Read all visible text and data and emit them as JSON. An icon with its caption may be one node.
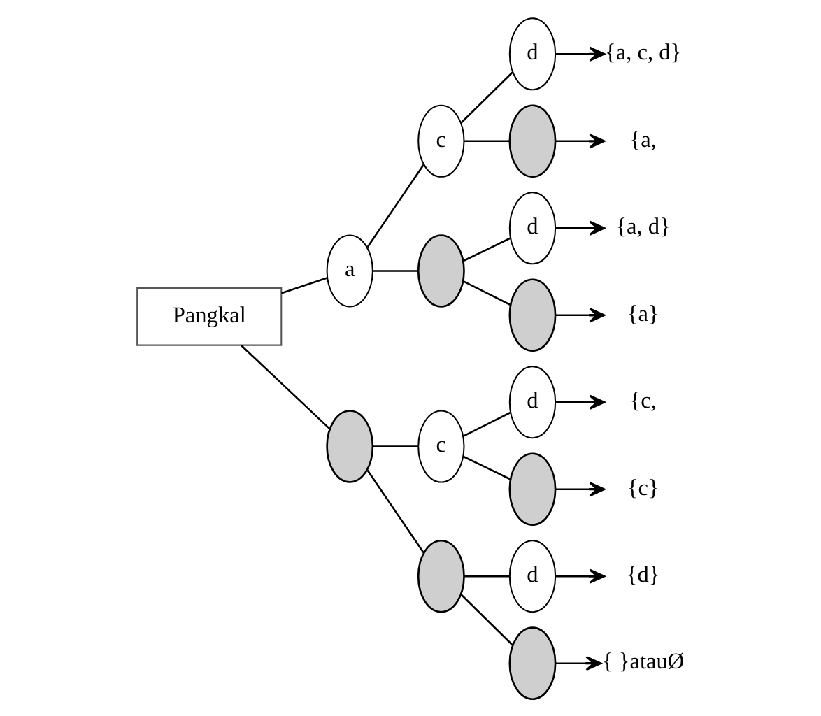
{
  "diagram": {
    "nodes": [
      {
        "text": [
          "Pangkal"
        ]
      },
      {
        "text": [
          "a"
        ]
      },
      {
        "text": [],
        "shape": "ellipse"
      },
      {
        "text": [
          "c"
        ]
      },
      {
        "text": [],
        "shape": "ellipse"
      },
      {
        "text": [
          "c"
        ]
      },
      {
        "text": [],
        "shape": "ellipse"
      },
      {
        "text": [
          "d"
        ]
      },
      {
        "text": [],
        "shape": "ellipse"
      },
      {
        "text": [
          "d"
        ]
      },
      {
        "text": [],
        "shape": "ellipse"
      },
      {
        "text": [
          "d"
        ]
      },
      {
        "text": [],
        "shape": "ellipse"
      },
      {
        "text": [
          "d"
        ]
      },
      {
        "text": [],
        "shape": "ellipse"
      },
      {
        "text": [
          "{a, c, d}"
        ]
      },
      {
        "text": [
          "{a,"
        ]
      },
      {
        "text": [
          "{a, d}"
        ]
      },
      {
        "text": [
          "{a}"
        ]
      },
      {
        "text": [
          "{c,"
        ]
      },
      {
        "text": [
          "{c}"
        ]
      },
      {
        "text": [
          "{d}"
        ]
      },
      {
        "text": [
          "{ }atauØ"
        ]
      }
    ],
    "edges": [
      {
        "from": 0,
        "to": 1,
        "arrow": "none"
      },
      {
        "from": 0,
        "to": 2,
        "arrow": "none"
      },
      {
        "from": 1,
        "to": 3,
        "arrow": "none"
      },
      {
        "from": 1,
        "to": 4,
        "arrow": "none"
      },
      {
        "from": 2,
        "to": 5,
        "arrow": "none"
      },
      {
        "from": 2,
        "to": 6,
        "arrow": "none"
      },
      {
        "from": 3,
        "to": 7,
        "arrow": "none"
      },
      {
        "from": 3,
        "to": 8,
        "arrow": "none"
      },
      {
        "from": 4,
        "to": 9,
        "arrow": "none"
      },
      {
        "from": 4,
        "to": 10,
        "arrow": "none"
      },
      {
        "from": 5,
        "to": 11,
        "arrow": "none"
      },
      {
        "from": 5,
        "to": 12,
        "arrow": "none"
      },
      {
        "from": 6,
        "to": 13,
        "arrow": "none"
      },
      {
        "from": 6,
        "to": 14,
        "arrow": "none"
      },
      {
        "from": 7,
        "to": 15,
        "arrow": "to"
      },
      {
        "from": 8,
        "to": 16,
        "arrow": "to"
      },
      {
        "from": 9,
        "to": 17,
        "arrow": "to"
      },
      {
        "from": 10,
        "to": 18,
        "arrow": "to"
      },
      {
        "from": 11,
        "to": 19,
        "arrow": "to"
      },
      {
        "from": 12,
        "to": 20,
        "arrow": "to"
      },
      {
        "from": 13,
        "to": 21,
        "arrow": "to"
      },
      {
        "from": 14,
        "to": 22,
        "arrow": "to"
      }
    ]
  }
}
